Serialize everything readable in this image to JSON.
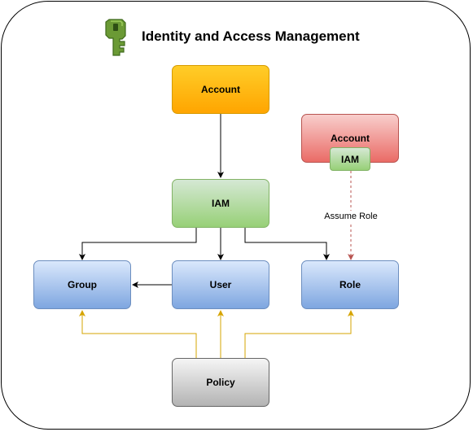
{
  "title": "Identity and Access Management",
  "icons": {
    "title_icon": "green-key-icon"
  },
  "colors": {
    "account_fill": "#ffa500",
    "iam_fill": "#97d077",
    "external_account_fill": "#ea6b66",
    "entity_fill": "#7ea6e0",
    "policy_fill": "#b3b3b3",
    "policy_arrow": "#d6a400",
    "assume_role_arrow": "#b85450"
  },
  "nodes": {
    "account": "Account",
    "iam": "IAM",
    "group": "Group",
    "user": "User",
    "role": "Role",
    "policy": "Policy",
    "external_account": "Account",
    "external_iam": "IAM"
  },
  "edges": {
    "assume_role_label": "Assume Role"
  }
}
